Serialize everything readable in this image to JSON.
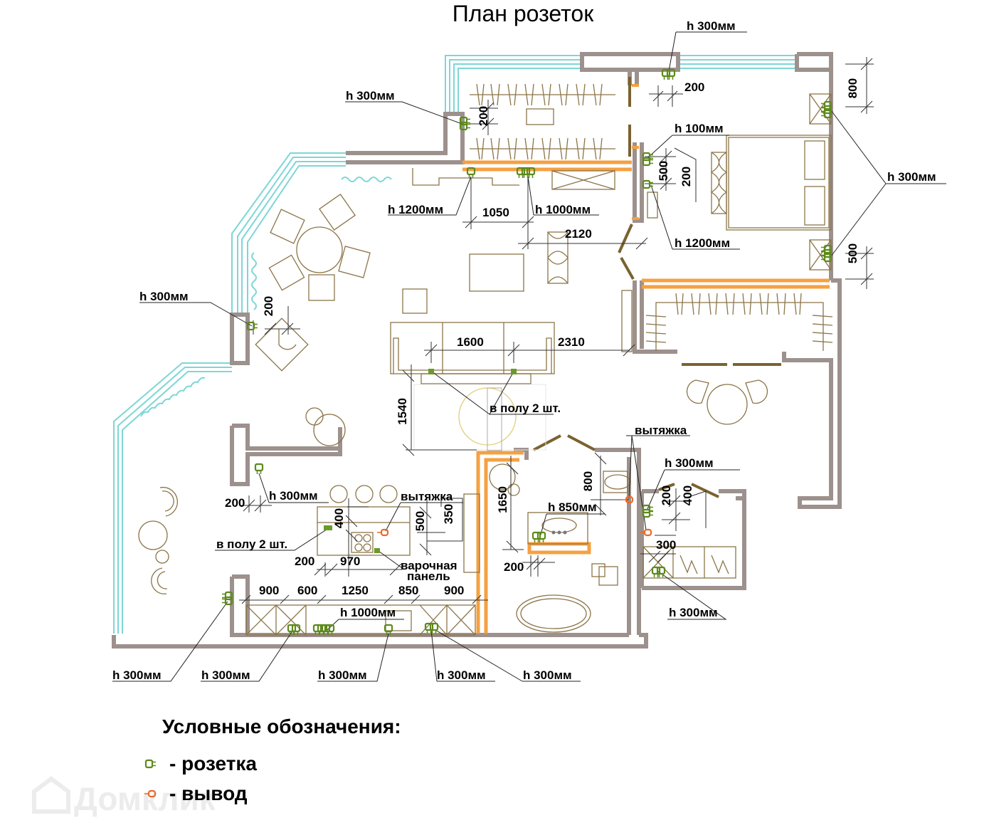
{
  "title": "План розеток",
  "labels": {
    "top_h300_right": "h 300мм",
    "top_200": "200",
    "wardrobe_h300": "h 300мм",
    "wardrobe_200": "200",
    "bed_h100": "h 100мм",
    "bed_500": "500",
    "bed_200": "200",
    "bed_h1200": "h 1200мм",
    "bedside_800": "800",
    "bedside_500": "500",
    "bedside_h300": "h 300мм",
    "hall_h1200": "h 1200мм",
    "hall_1050": "1050",
    "hall_h1000": "h 1000мм",
    "hall_2120": "2120",
    "living_h300": "h 300мм",
    "living_200": "200",
    "sofa_1600": "1600",
    "sofa_2310": "2310",
    "sofa_1540": "1540",
    "floor_2pcs_living": "в полу 2 шт.",
    "kitchen_h300": "h 300мм",
    "kitchen_200_left": "200",
    "kitchen_400": "400",
    "kitchen_hood": "вытяжка",
    "kitchen_500": "500",
    "kitchen_350": "350",
    "floor_2pcs_kitchen": "в полу 2 шт.",
    "kitchen_200_bottom": "200",
    "kitchen_970": "970",
    "cooktop_line1": "варочная",
    "cooktop_line2": "панель",
    "counter_900a": "900",
    "counter_600": "600",
    "counter_1250": "1250",
    "counter_850": "850",
    "counter_900b": "900",
    "counter_h1000": "h 1000мм",
    "bottom_h300_1": "h 300мм",
    "bottom_h300_2": "h 300мм",
    "bottom_h300_3": "h 300мм",
    "bottom_h300_4": "h 300мм",
    "bottom_h300_5": "h 300мм",
    "bath_1650": "1650",
    "bath_h850": "h 850мм",
    "bath_200": "200",
    "wc_800": "800",
    "wc_hood": "вытяжка",
    "laundry_h300_top": "h 300мм",
    "laundry_200": "200",
    "laundry_400": "400",
    "laundry_300": "300",
    "laundry_h300_bottom": "h 300мм"
  },
  "legend": {
    "title": "Условные обозначения:",
    "items": [
      {
        "symbol": "socket",
        "label": "- розетка",
        "color": "#5c8a1a"
      },
      {
        "symbol": "outlet",
        "label": "- вывод",
        "color": "#e86a2a"
      }
    ]
  },
  "watermark": "Домклик",
  "colors": {
    "wall": "#9d918d",
    "window": "#7fd6d6",
    "furniture": "#8b7548",
    "socket": "#5c8a1a",
    "outlet": "#e86a2a",
    "cable": "#f5a042"
  }
}
